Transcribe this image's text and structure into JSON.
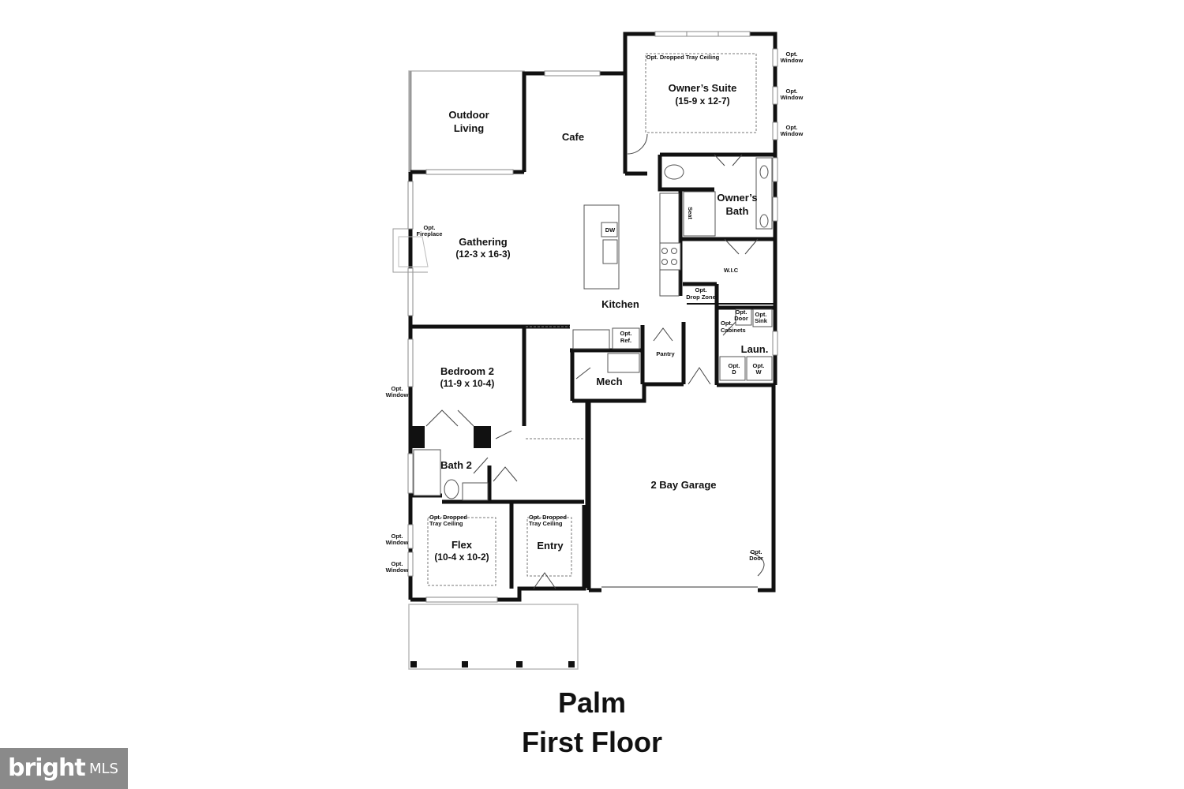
{
  "rooms": {
    "outdoor_living": [
      "Outdoor",
      "Living"
    ],
    "cafe": "Cafe",
    "owners_suite": "Owner’s Suite",
    "owners_suite_dim": "(15-9 x 12-7)",
    "owners_bath": [
      "Owner’s",
      "Bath"
    ],
    "gathering": "Gathering",
    "gathering_dim": "(12-3 x 16-3)",
    "kitchen": "Kitchen",
    "bedroom2": "Bedroom 2",
    "bedroom2_dim": "(11-9 x 10-4)",
    "bath2": "Bath 2",
    "mech": "Mech",
    "pantry": "Pantry",
    "laundry": "Laun.",
    "wic": "W.I.C",
    "garage": "2 Bay Garage",
    "flex": "Flex",
    "flex_dim": "(10-4 x 10-2)",
    "entry": "Entry"
  },
  "notes": {
    "tray_owner": "Opt. Dropped Tray Ceiling",
    "opt_window": [
      "Opt.",
      "Window"
    ],
    "opt_fireplace": [
      "Opt.",
      "Fireplace"
    ],
    "dw": "DW",
    "seat": "Seat",
    "drop_zone": [
      "Opt.",
      "Drop Zone"
    ],
    "opt_door": [
      "Opt.",
      "Door"
    ],
    "opt_sink": [
      "Opt.",
      "Sink"
    ],
    "opt_cabinets": [
      "Opt.",
      "Cabinets"
    ],
    "opt_ref": [
      "Opt.",
      "Ref."
    ],
    "opt_d": [
      "Opt.",
      "D"
    ],
    "opt_w": [
      "Opt.",
      "W"
    ],
    "tray_flex": [
      "Opt. Dropped",
      "Tray Ceiling"
    ],
    "tray_entry": [
      "Opt. Dropped",
      "Tray Ceiling"
    ],
    "garage_door": [
      "Opt.",
      "Door"
    ]
  },
  "title": {
    "line1": "Palm",
    "line2": "First Floor"
  },
  "watermark": {
    "brand": "bright",
    "suffix": "MLS"
  }
}
